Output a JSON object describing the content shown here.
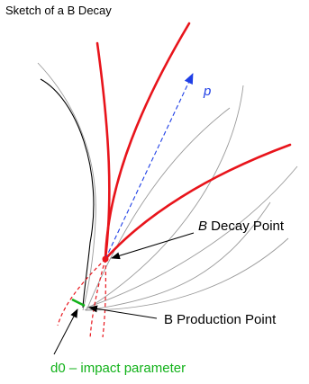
{
  "title": "Sketch of a B Decay",
  "momentum": {
    "symbol": "p"
  },
  "decay_point": {
    "symbol": "B",
    "text": " Decay Point"
  },
  "production_point": {
    "text": "B Production Point"
  },
  "impact_parameter": {
    "text": "d0 – impact parameter"
  },
  "colors": {
    "decay_track": "#e8141b",
    "bg_track": "#9a9a9a",
    "black_track": "#000000",
    "momentum_arrow": "#1f3fe6",
    "impact": "#12b21a",
    "text": "#000000"
  }
}
